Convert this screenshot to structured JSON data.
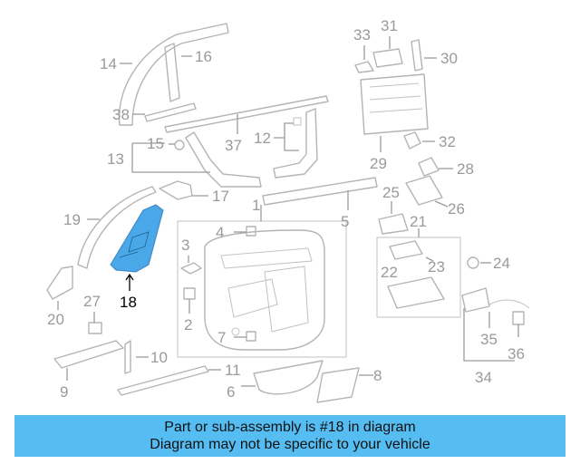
{
  "highlighted_part": "18",
  "colors": {
    "highlight_fill": "#4aa8e8",
    "line": "#b4b4b4",
    "label": "#9a9a9a",
    "banner": "#55bdf2"
  },
  "callouts": {
    "c1": "1",
    "c2": "2",
    "c3": "3",
    "c4": "4",
    "c5": "5",
    "c6": "6",
    "c7": "7",
    "c8": "8",
    "c9": "9",
    "c10": "10",
    "c11": "11",
    "c12": "12",
    "c13": "13",
    "c14": "14",
    "c15": "15",
    "c16": "16",
    "c17": "17",
    "c18": "18",
    "c19": "19",
    "c20": "20",
    "c21": "21",
    "c22": "22",
    "c23": "23",
    "c24": "24",
    "c25": "25",
    "c26": "26",
    "c27": "27",
    "c28": "28",
    "c29": "29",
    "c30": "30",
    "c31": "31",
    "c32": "32",
    "c33": "33",
    "c34": "34",
    "c35": "35",
    "c36": "36",
    "c37": "37",
    "c38": "38"
  },
  "banner": {
    "line1": "Part or sub-assembly is #18 in diagram",
    "line2": "Diagram may not be specific to your vehicle"
  }
}
